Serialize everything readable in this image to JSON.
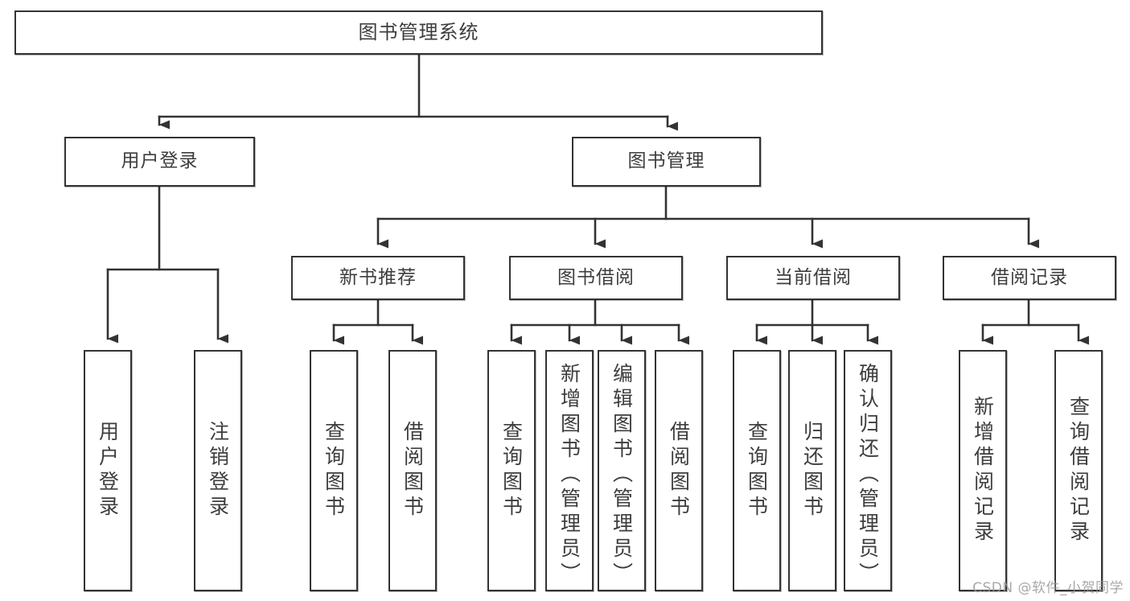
{
  "diagram": {
    "title": "图书管理系统",
    "type": "tree-hierarchy-chart",
    "watermark": "CSDN @软件_小贺同学",
    "colors": {
      "background": "#ffffff",
      "box_border": "#333333",
      "box_fill": "#ffffff",
      "connector": "#333333",
      "text": "#3d3d3d",
      "watermark": "#9a9a9a"
    },
    "nodes": {
      "root": {
        "label": "图书管理系统"
      },
      "level2": [
        {
          "label": "用户登录"
        },
        {
          "label": "图书管理"
        }
      ],
      "level3": [
        {
          "label": "新书推荐"
        },
        {
          "label": "图书借阅"
        },
        {
          "label": "当前借阅"
        },
        {
          "label": "借阅记录"
        }
      ],
      "leaves": {
        "user_login": [
          {
            "label": "用户登录"
          },
          {
            "label": "注销登录"
          }
        ],
        "new_book": [
          {
            "label": "查询图书"
          },
          {
            "label": "借阅图书"
          }
        ],
        "book_borrow": [
          {
            "label": "查询图书"
          },
          {
            "label": "新增图书（管理员）"
          },
          {
            "label": "编辑图书（管理员）"
          },
          {
            "label": "借阅图书"
          }
        ],
        "current_borrow": [
          {
            "label": "查询图书"
          },
          {
            "label": "归还图书"
          },
          {
            "label": "确认归还（管理员）"
          }
        ],
        "borrow_record": [
          {
            "label": "新增借阅记录"
          },
          {
            "label": "查询借阅记录"
          }
        ]
      }
    }
  },
  "chart_data": {
    "type": "table",
    "title": "图书管理系统 功能结构图",
    "nodes": [
      {
        "id": "root",
        "label": "图书管理系统",
        "level": 0,
        "parent": null
      },
      {
        "id": "user-login",
        "label": "用户登录",
        "level": 1,
        "parent": "root"
      },
      {
        "id": "book-manage",
        "label": "图书管理",
        "level": 1,
        "parent": "root"
      },
      {
        "id": "leaf-user-login",
        "label": "用户登录",
        "level": 2,
        "parent": "user-login"
      },
      {
        "id": "leaf-logout",
        "label": "注销登录",
        "level": 2,
        "parent": "user-login"
      },
      {
        "id": "new-book-rec",
        "label": "新书推荐",
        "level": 2,
        "parent": "book-manage"
      },
      {
        "id": "book-borrow",
        "label": "图书借阅",
        "level": 2,
        "parent": "book-manage"
      },
      {
        "id": "current-borrow",
        "label": "当前借阅",
        "level": 2,
        "parent": "book-manage"
      },
      {
        "id": "borrow-record",
        "label": "借阅记录",
        "level": 2,
        "parent": "book-manage"
      },
      {
        "id": "nb-query",
        "label": "查询图书",
        "level": 3,
        "parent": "new-book-rec"
      },
      {
        "id": "nb-borrow",
        "label": "借阅图书",
        "level": 3,
        "parent": "new-book-rec"
      },
      {
        "id": "bb-query",
        "label": "查询图书",
        "level": 3,
        "parent": "book-borrow"
      },
      {
        "id": "bb-add",
        "label": "新增图书（管理员）",
        "level": 3,
        "parent": "book-borrow"
      },
      {
        "id": "bb-edit",
        "label": "编辑图书（管理员）",
        "level": 3,
        "parent": "book-borrow"
      },
      {
        "id": "bb-borrow",
        "label": "借阅图书",
        "level": 3,
        "parent": "book-borrow"
      },
      {
        "id": "cb-query",
        "label": "查询图书",
        "level": 3,
        "parent": "current-borrow"
      },
      {
        "id": "cb-return",
        "label": "归还图书",
        "level": 3,
        "parent": "current-borrow"
      },
      {
        "id": "cb-confirm",
        "label": "确认归还（管理员）",
        "level": 3,
        "parent": "current-borrow"
      },
      {
        "id": "br-add",
        "label": "新增借阅记录",
        "level": 3,
        "parent": "borrow-record"
      },
      {
        "id": "br-query",
        "label": "查询借阅记录",
        "level": 3,
        "parent": "borrow-record"
      }
    ]
  }
}
